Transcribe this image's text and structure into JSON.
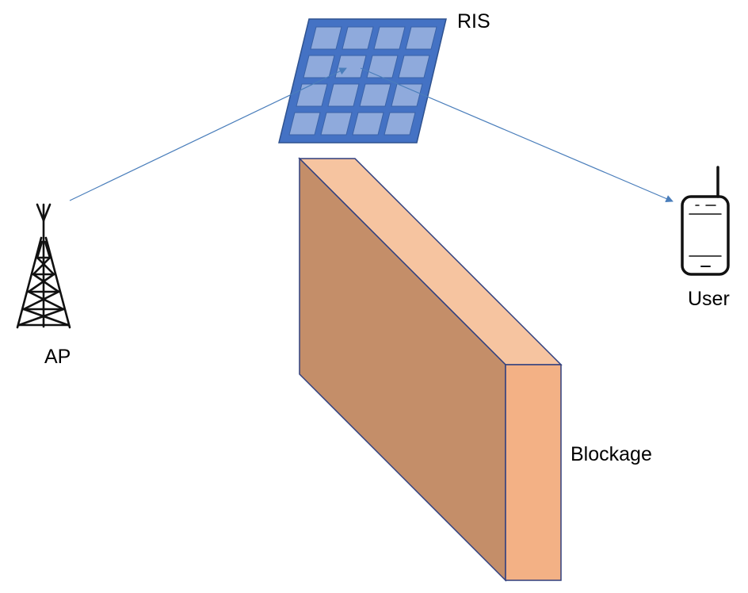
{
  "labels": {
    "ris": "RIS",
    "user": "User",
    "ap": "AP",
    "blockage": "Blockage"
  },
  "colors": {
    "ris_frame": "#4472C4",
    "ris_element": "#8FAADC",
    "link": "#4A7EBB",
    "wall_front": "#C48E69",
    "wall_top": "#F6C4A0",
    "wall_side": "#F3B185",
    "wall_edge": "#2F3F7F"
  },
  "icons": {
    "transmitter": "cell-tower-icon",
    "receiver": "mobile-phone-icon"
  },
  "ris_grid": {
    "rows": 4,
    "cols": 4
  }
}
